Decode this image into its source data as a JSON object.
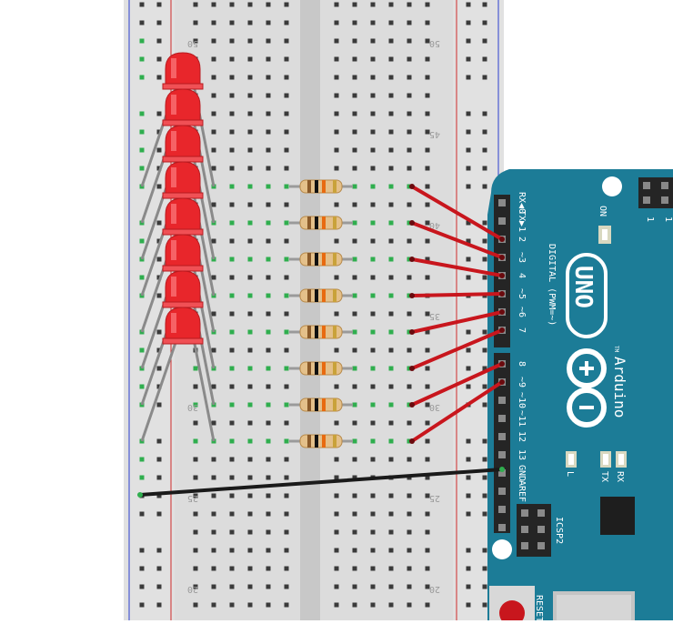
{
  "breadboard": {
    "row_labels": [
      "50",
      "45",
      "40",
      "35",
      "30",
      "25",
      "20"
    ]
  },
  "arduino": {
    "pin_labels": [
      "RX◀0",
      "TX▶1",
      "2",
      "~3",
      "4",
      "~5",
      "~6",
      "7",
      "8",
      "~9",
      "~10",
      "~11",
      "12",
      "13",
      "GND",
      "AREF"
    ],
    "digital_label": "DIGITAL (PWM=~)",
    "logo_text": "UNO",
    "brand_text": "Arduino",
    "tm": "TM",
    "on_label": "ON",
    "header_pin_1": "1",
    "header_pin_2": "1",
    "led_l": "L",
    "led_tx": "TX",
    "led_rx": "RX",
    "icsp_label": "ICSP2",
    "reset_label": "RESET",
    "board_color": "#1c7c97"
  },
  "components": {
    "led_color": "#e8262b",
    "led_count": 8,
    "resistor_count": 8,
    "signal_wire_color": "#c8161d",
    "ground_wire_color": "#1a1a1a"
  }
}
